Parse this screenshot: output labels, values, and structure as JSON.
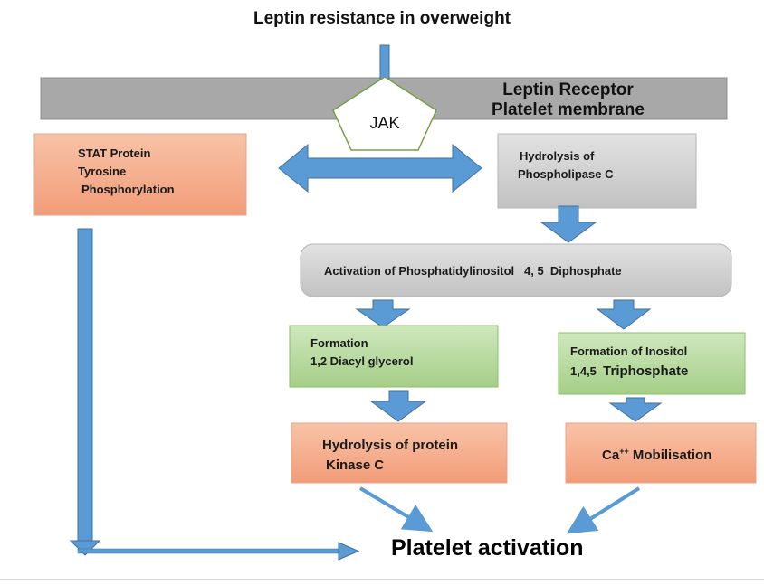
{
  "title": "Leptin resistance in overweight",
  "membrane": {
    "line1": "Leptin Receptor",
    "line2": "Platelet membrane"
  },
  "jak": "JAK",
  "stat_box": {
    "line1": "STAT  Protein",
    "line2": "Tyrosine",
    "line3": "Phosphorylation"
  },
  "plc_box": {
    "line1": "Hydrolysis of",
    "line2": "Phospholipase C"
  },
  "pip2_box": {
    "text": "Activation of Phosphatidylinositol   4, 5  Diphosphate"
  },
  "dag_box": {
    "line1": "Formation",
    "line2": "1,2 Diacyl glycerol"
  },
  "ip3_box": {
    "line1": "Formation of Inositol",
    "line2_prefix": "1,4,5  ",
    "line2_suffix": "Triphosphate"
  },
  "pkc_box": {
    "line1": "Hydrolysis of protein",
    "line2": "Kinase C"
  },
  "ca_box": {
    "ca": "Ca",
    "superscript": "++",
    "rest": " Mobilisation"
  },
  "outcome": "Platelet activation",
  "colors": {
    "membrane": "#a6a6a6",
    "salmon": "#f4a582",
    "grey_box": "#c8c8c8",
    "green": "#a9d18e",
    "arrow_blue": "#5b9bd5"
  }
}
